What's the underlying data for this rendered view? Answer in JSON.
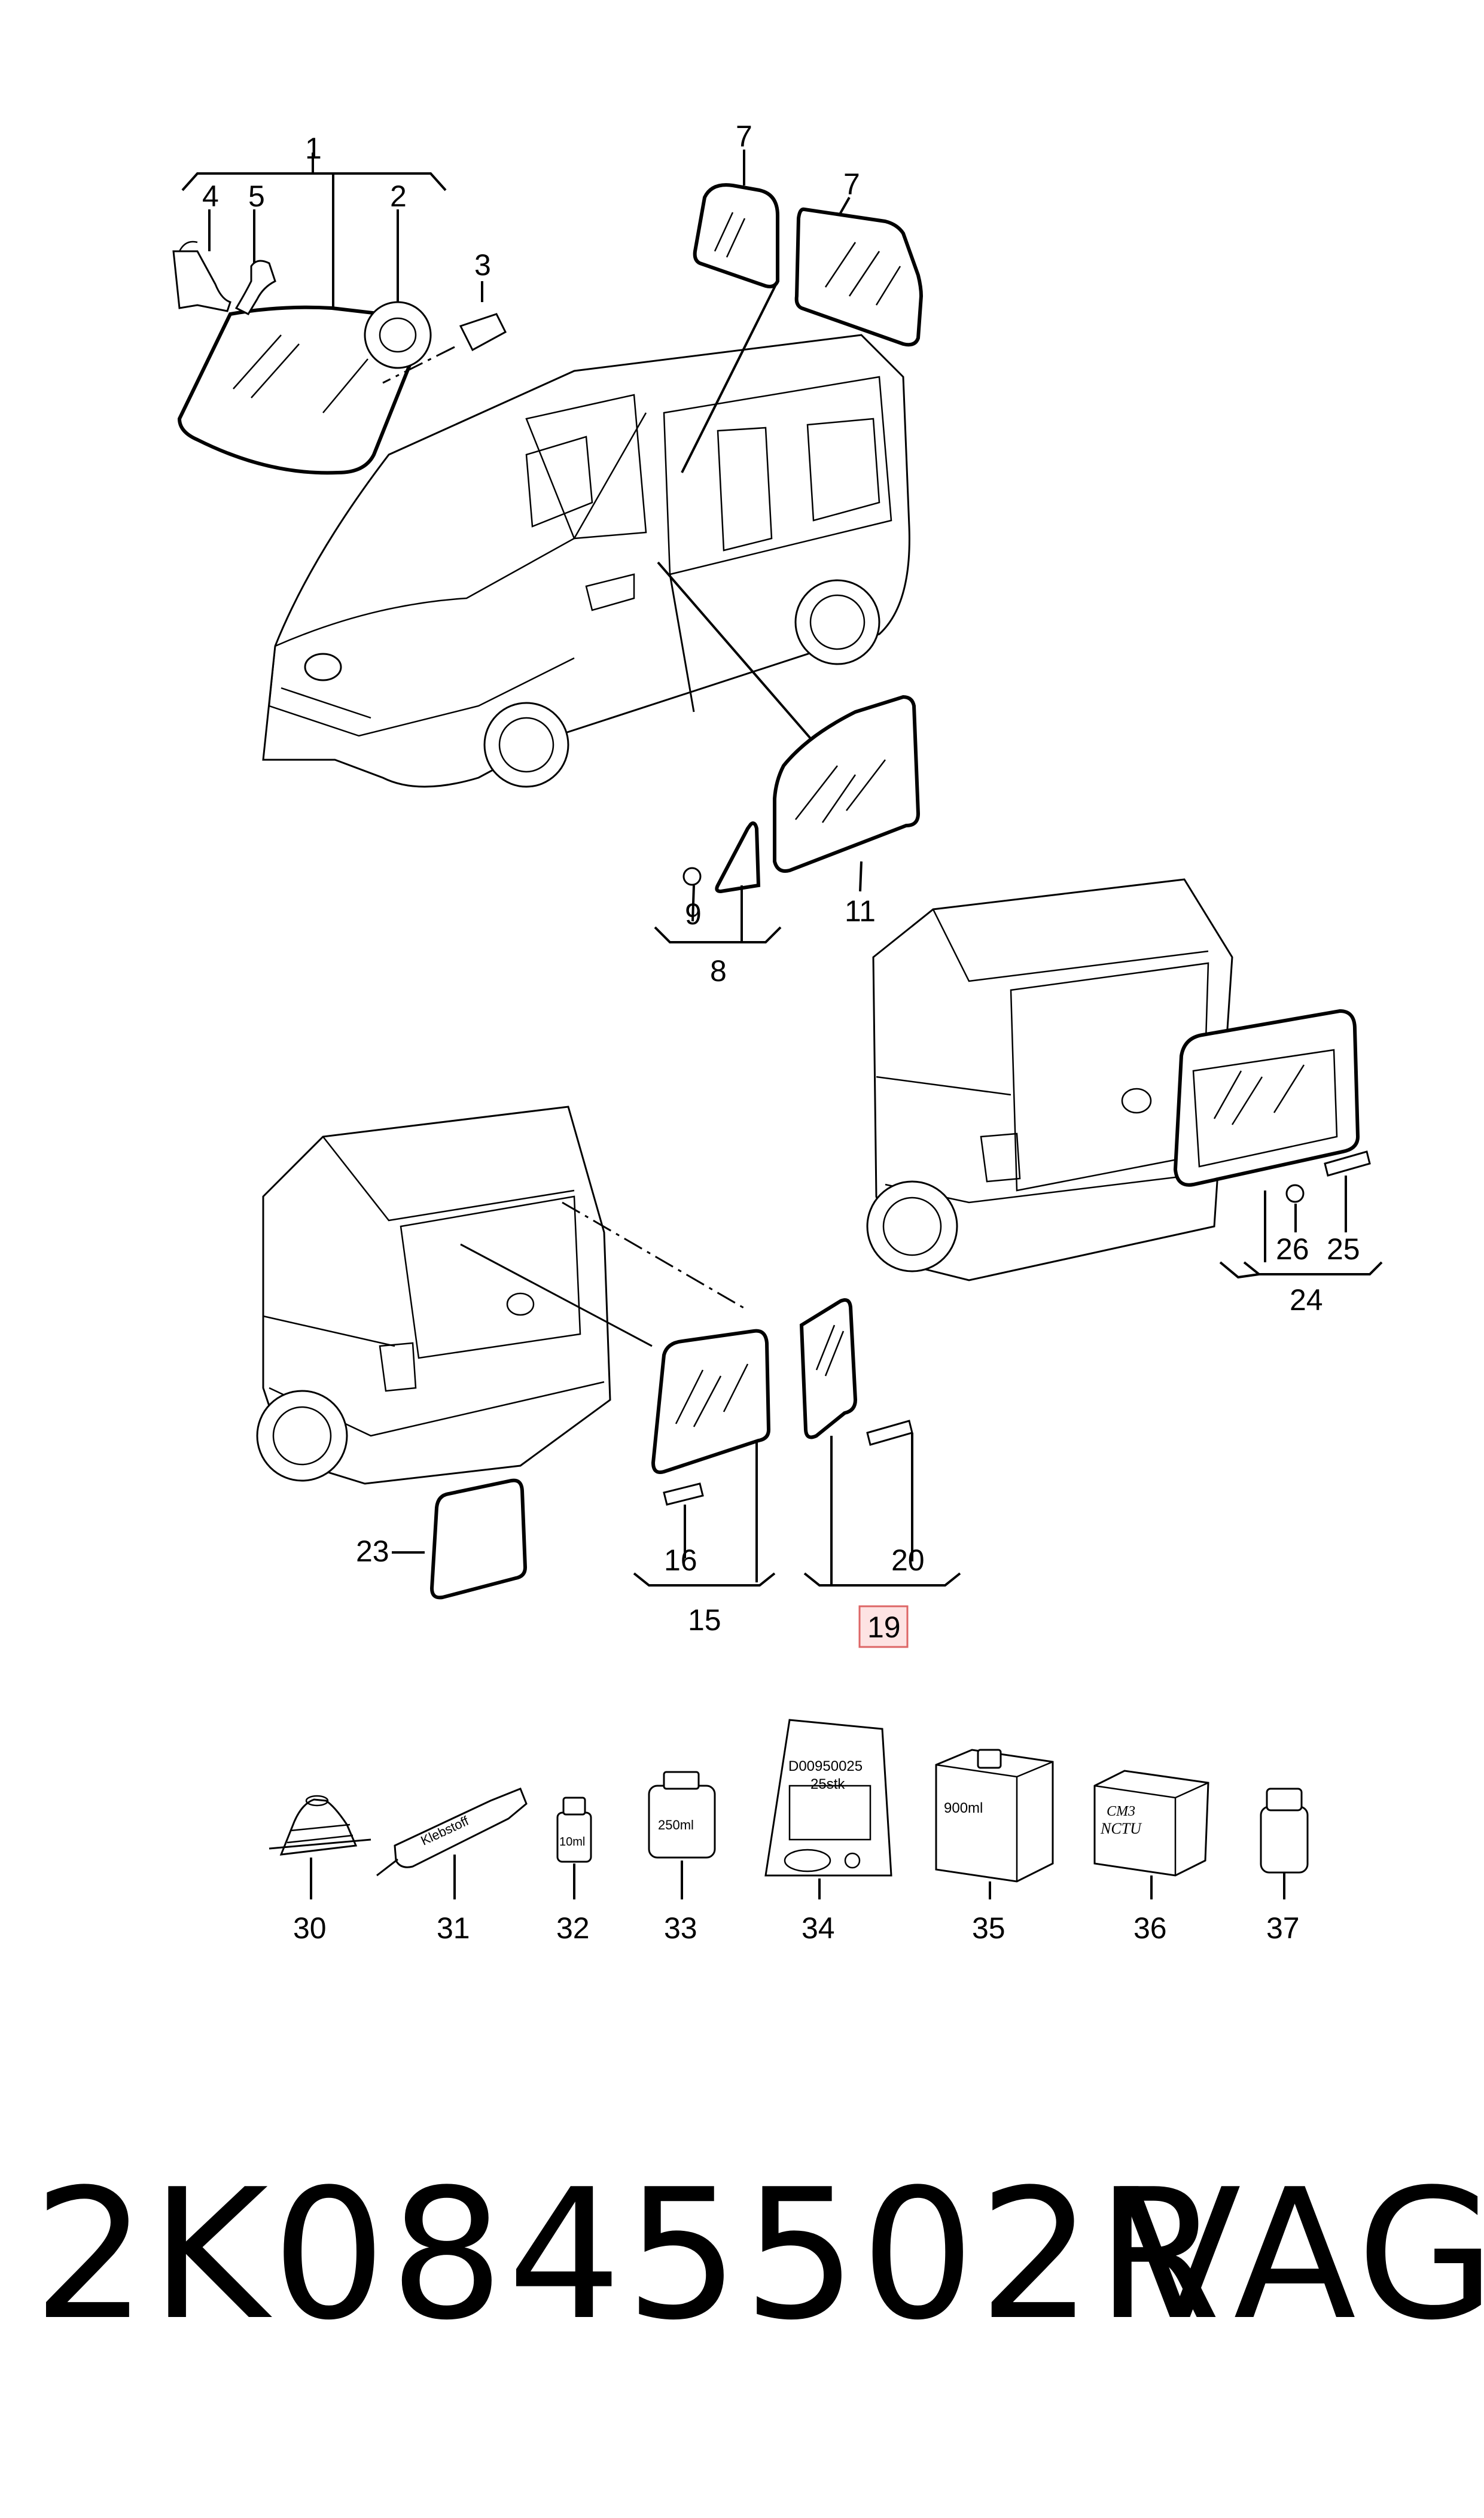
{
  "callouts": {
    "c1": "1",
    "c2": "2",
    "c3": "3",
    "c4": "4",
    "c5": "5",
    "c7a": "7",
    "c7b": "7",
    "c8": "8",
    "c9": "9",
    "c11": "11",
    "c15": "15",
    "c16": "16",
    "c19": "19",
    "c20": "20",
    "c23": "23",
    "c24": "24",
    "c25": "25",
    "c26": "26",
    "c30": "30",
    "c31": "31",
    "c32": "32",
    "c33": "33",
    "c34": "34",
    "c35": "35",
    "c36": "36",
    "c37": "37"
  },
  "product_labels": {
    "tube": "Klebstoff",
    "bottle_small": "10ml",
    "can": "250ml",
    "bag_line1": "D00950025",
    "bag_line2": "25stk",
    "box_large": "900ml",
    "box_small_line1": "CM3",
    "box_small_line2": "NCTU"
  },
  "highlight_color": "#d66666",
  "footer": {
    "part_number": "2K0845502R",
    "brand": "VAG"
  }
}
